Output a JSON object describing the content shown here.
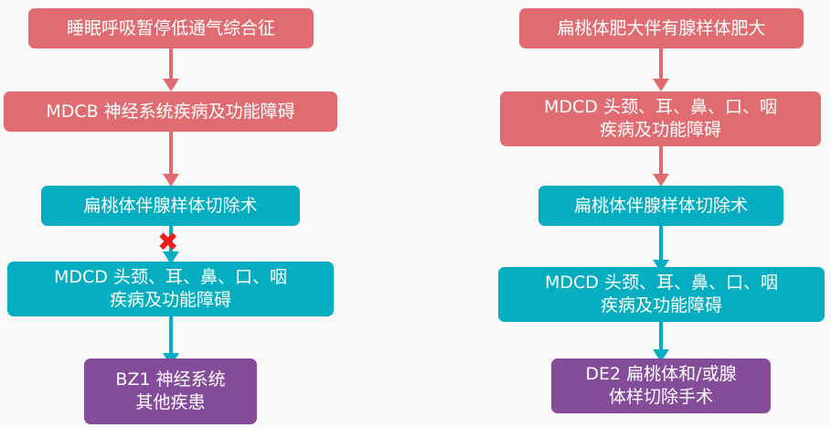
{
  "left_flow": {
    "nodes": [
      {
        "text": "睡眠呼吸暂停低通气综合征",
        "color": "#e06c72"
      },
      {
        "text": "MDCB 神经系统疾病及功能障碍",
        "color": "#e06c72"
      },
      {
        "text": "扁桃体伴腺样体切除术",
        "color": "#04aec0"
      },
      {
        "text": "MDCD 头颈、耳、鼻、口、咽疾病及功能障碍",
        "line1": "MDCD 头颈、耳、鼻、口、咽",
        "line2": "疾病及功能障碍",
        "color": "#04aec0"
      },
      {
        "text": "BZ1 神经系统其他疾患",
        "line1": "BZ1 神经系统",
        "line2": "其他疾患",
        "color": "#854c9a"
      }
    ],
    "blocked_arrow_mark": "✖"
  },
  "right_flow": {
    "nodes": [
      {
        "text": "扁桃体肥大伴有腺样体肥大",
        "color": "#e06c72"
      },
      {
        "text": "MDCD 头颈、耳、鼻、口、咽疾病及功能障碍",
        "line1": "MDCD 头颈、耳、鼻、口、咽",
        "line2": "疾病及功能障碍",
        "color": "#e06c72"
      },
      {
        "text": "扁桃体伴腺样体切除术",
        "color": "#04aec0"
      },
      {
        "text": "MDCD 头颈、耳、鼻、口、咽疾病及功能障碍",
        "line1": "MDCD 头颈、耳、鼻、口、咽",
        "line2": "疾病及功能障碍",
        "color": "#04aec0"
      },
      {
        "text": "DE2 扁桃体和/或腺体样切除手术",
        "line1": "DE2 扁桃体和/或腺",
        "line2": "体样切除手术",
        "color": "#854c9a"
      }
    ]
  }
}
